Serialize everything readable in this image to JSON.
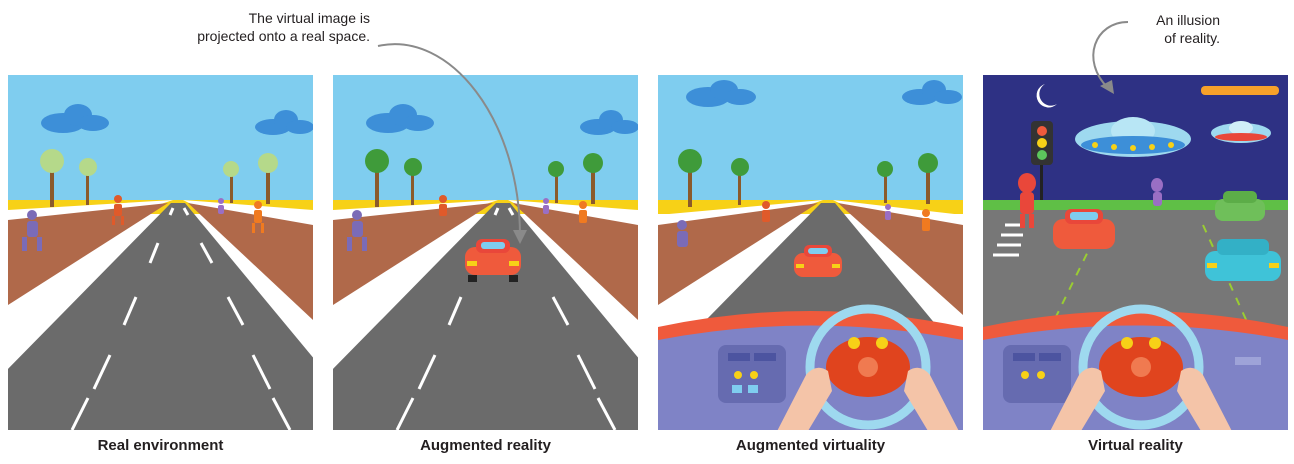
{
  "panels": [
    {
      "id": "real-environment",
      "caption": "Real environment"
    },
    {
      "id": "augmented-reality",
      "caption": "Augmented reality"
    },
    {
      "id": "augmented-virtuality",
      "caption": "Augmented virtuality"
    },
    {
      "id": "virtual-reality",
      "caption": "Virtual reality"
    }
  ],
  "annotations": {
    "projection_line1": "The virtual image is",
    "projection_line2": "projected onto a real space.",
    "illusion_line1": "An illusion",
    "illusion_line2": "of reality."
  },
  "colors": {
    "sky": "#7fcdef",
    "night_sky": "#2e3184",
    "road": "#6b6b6b",
    "ground_brown": "#b0694a",
    "sand": "#f7d117",
    "car": "#ef5a3c",
    "dashboard": "#7f83c6",
    "steering_wheel": "#9ed9ef"
  }
}
